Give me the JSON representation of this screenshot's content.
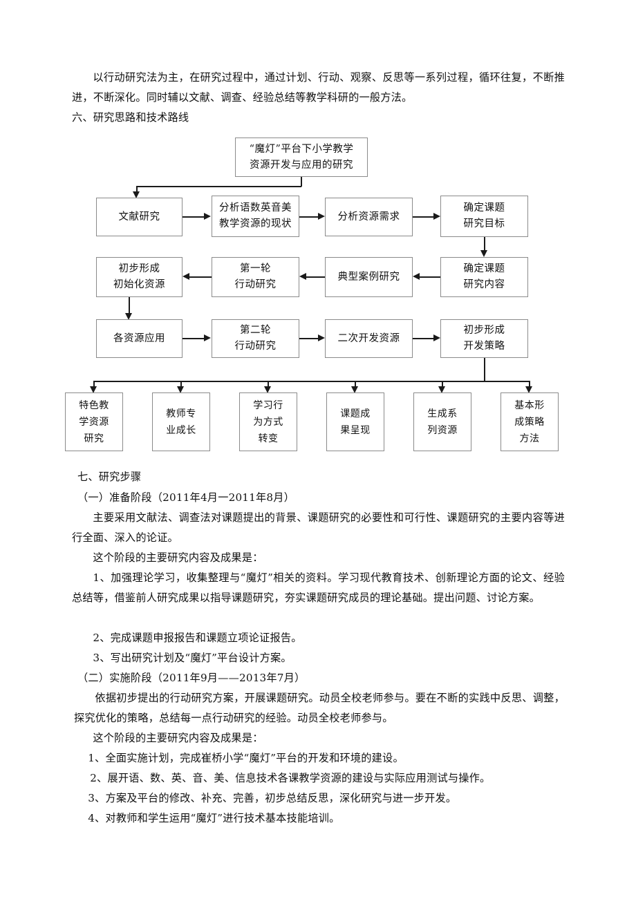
{
  "document": {
    "paragraphs": [
      {
        "id": "p-method",
        "text": "以行动研究法为主，在研究过程中，通过计划、行动、观察、反思等一系列过程，循环往复，不断推进，不断深化。同时辅以文献、调查、经验总结等教学科研的一般方法。"
      },
      {
        "id": "h-six",
        "text": "六、研究思路和技术路线"
      },
      {
        "id": "h-seven",
        "text": "七、研究步骤"
      },
      {
        "id": "p-stage1-title",
        "text": "（一）准备阶段（2011年4月一2011年8月）"
      },
      {
        "id": "p-stage1-body",
        "text": "主要采用文献法、调查法对课题提出的背景、课题研究的必要性和可行性、课题研究的主要内容等进行全面、深入的论证。"
      },
      {
        "id": "p-stage1-lead",
        "text": "这个阶段的主要研究内容及成果是："
      },
      {
        "id": "p-stage1-item1",
        "text": "1、加强理论学习，收集整理与“魔灯”相关的资料。学习现代教育技术、创新理论方面的论文、经验总结等，借鉴前人研究成果以指导课题研究，夯实课题研究成员的理论基础。提出问题、讨论方案。"
      },
      {
        "id": "p-stage1-item2",
        "text": "2、完成课题申报报告和课题立项论证报告。"
      },
      {
        "id": "p-stage1-item3",
        "text": "3、写出研究计划及“魔灯”平台设计方案。"
      },
      {
        "id": "p-stage2-title",
        "text": "（二）实施阶段（2011年9月——2013年7月）"
      },
      {
        "id": "p-stage2-body",
        "text": "依据初步提出的行动研究方案，开展课题研究。动员全校老师参与。要在不断的实践中反思、调整，探究优化的策略，总结每一点行动研究的经验。动员全校老师参与。"
      },
      {
        "id": "p-stage2-lead",
        "text": "这个阶段的主要研究内容及成果是："
      },
      {
        "id": "p-stage2-item1",
        "text": "1、全面实施计划，完成崔桥小学“魔灯”平台的开发和环境的建设。"
      },
      {
        "id": "p-stage2-item2",
        "text": "2、展开语、数、英、音、美、信息技术各课教学资源的建设与实际应用测试与操作。"
      },
      {
        "id": "p-stage2-item3",
        "text": "3、方案及平台的修改、补充、完善，初步总结反思，深化研究与进一步开发。"
      },
      {
        "id": "p-stage2-item4",
        "text": "4、对教师和学生运用“魔灯”进行技术基本技能培训。"
      }
    ]
  },
  "flowchart": {
    "title_node": {
      "lines": [
        "“魔灯”平台下小学教学",
        "资源开发与应用的研究"
      ]
    },
    "row1": [
      {
        "lines": [
          "文献研究"
        ]
      },
      {
        "lines": [
          "分析语数英音美",
          "教学资源的现状"
        ]
      },
      {
        "lines": [
          "分析资源需求"
        ]
      },
      {
        "lines": [
          "确定课题",
          "研究目标"
        ]
      }
    ],
    "row2": [
      {
        "lines": [
          "初步形成",
          "初始化资源"
        ]
      },
      {
        "lines": [
          "第一轮",
          "行动研究"
        ]
      },
      {
        "lines": [
          "典型案例研究"
        ]
      },
      {
        "lines": [
          "确定课题",
          "研究内容"
        ]
      }
    ],
    "row3": [
      {
        "lines": [
          "各资源应用"
        ]
      },
      {
        "lines": [
          "第二轮",
          "行动研究"
        ]
      },
      {
        "lines": [
          "二次开发资源"
        ]
      },
      {
        "lines": [
          "初步形成",
          "开发策略"
        ]
      }
    ],
    "row4": [
      {
        "lines": [
          "特色教",
          "学资源",
          "研究"
        ]
      },
      {
        "lines": [
          "教师专",
          "业成长"
        ]
      },
      {
        "lines": [
          "学习行",
          "为方式",
          "转变"
        ]
      },
      {
        "lines": [
          "课题成",
          "果呈现"
        ]
      },
      {
        "lines": [
          "生成系",
          "列资源"
        ]
      },
      {
        "lines": [
          "基本形",
          "成策略",
          "方法"
        ]
      }
    ],
    "colors": {
      "node_border": "#8a8a8a",
      "connector": "#1a1a1a",
      "background": "#ffffff"
    }
  }
}
